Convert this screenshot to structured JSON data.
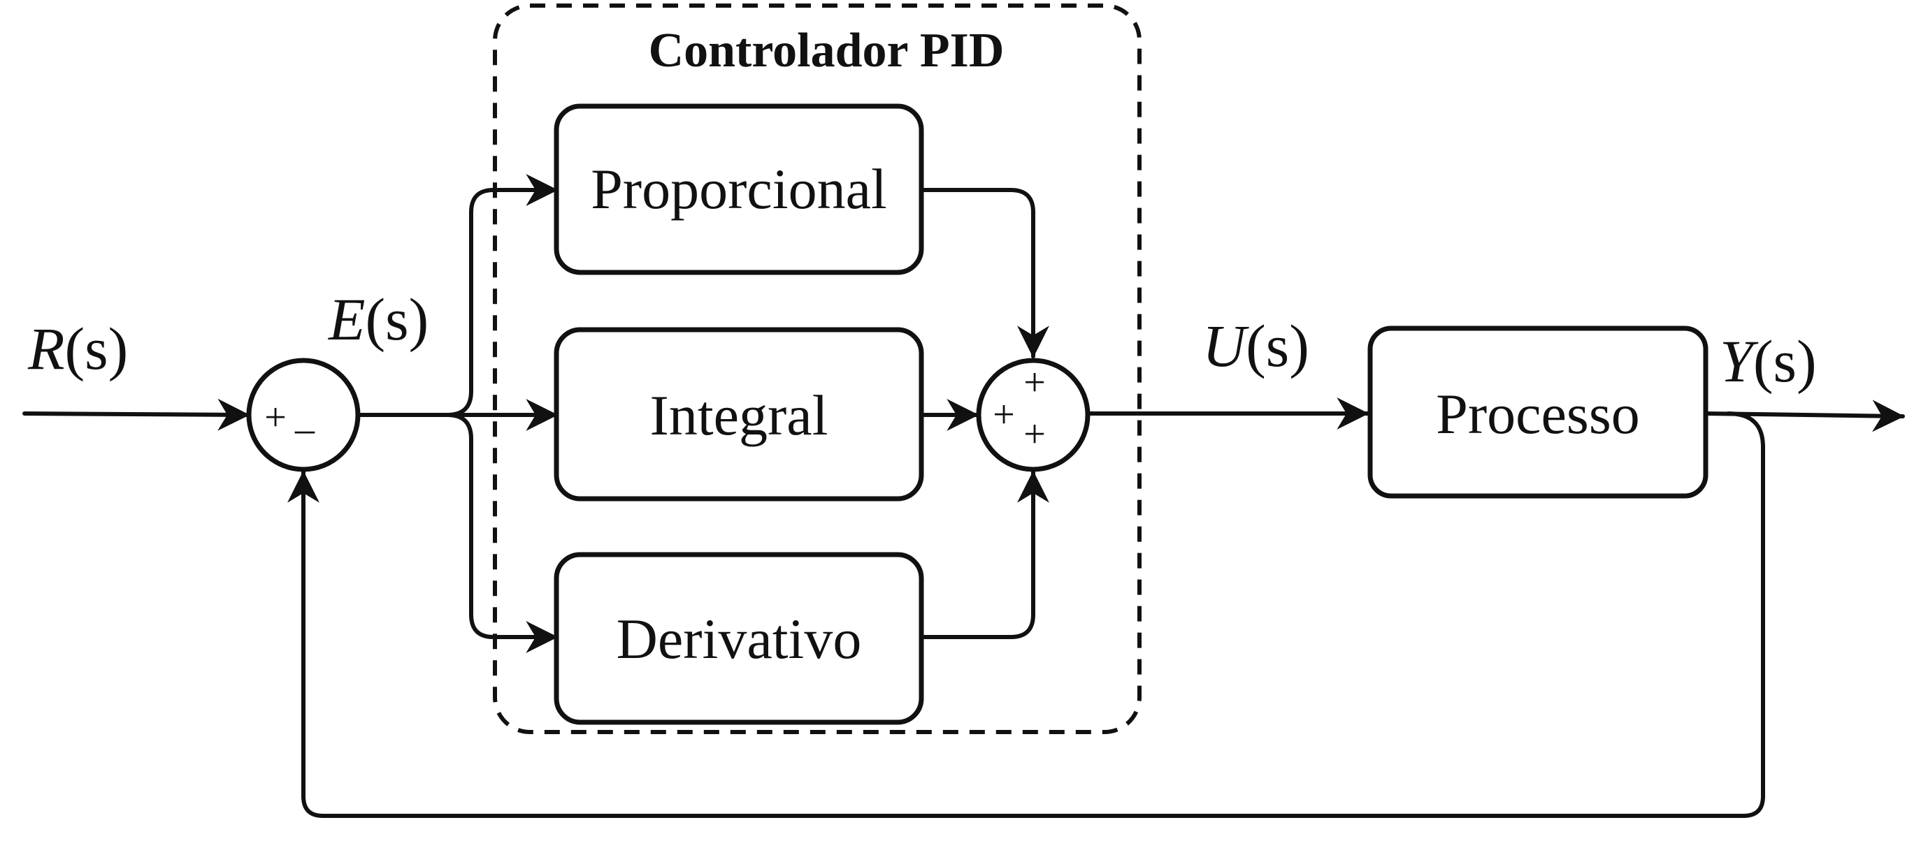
{
  "controller": {
    "title": "Controlador PID"
  },
  "blocks": {
    "proportional": "Proporcional",
    "integral": "Integral",
    "derivative": "Derivativo",
    "process": "Processo"
  },
  "signals": {
    "reference": {
      "name": "R",
      "arg": "(s)"
    },
    "error": {
      "name": "E",
      "arg": "(s)"
    },
    "control": {
      "name": "U",
      "arg": "(s)"
    },
    "output": {
      "name": "Y",
      "arg": "(s)"
    }
  },
  "summing_junctions": {
    "error_sum": {
      "plus": "+",
      "minus": "–"
    },
    "pid_sum": {
      "top": "+",
      "left": "+",
      "bottom": "+"
    }
  }
}
